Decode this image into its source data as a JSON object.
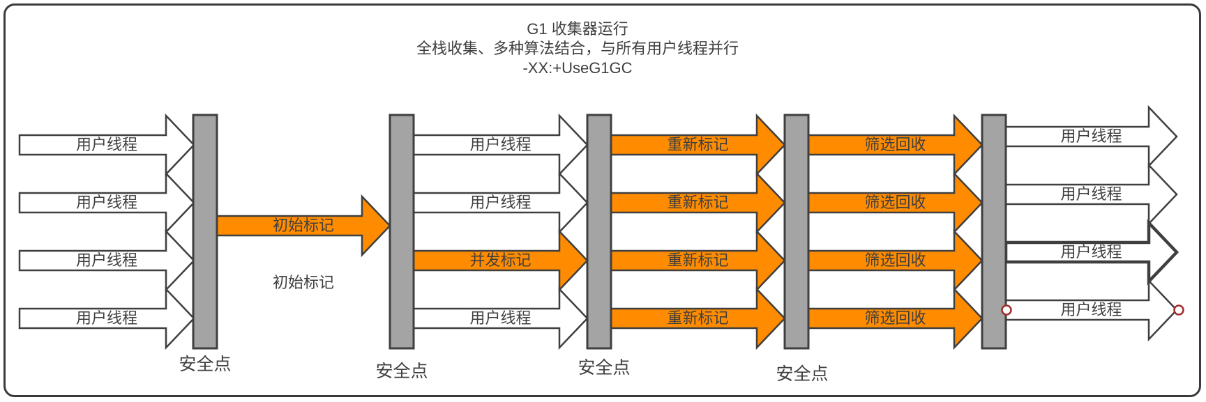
{
  "title": {
    "line1": "G1 收集器运行",
    "line2": "全栈收集、多种算法结合，与所有用户线程并行",
    "line3": "-XX:+UseG1GC"
  },
  "sections": {
    "incoming_user_threads": {
      "rows": [
        "用户线程",
        "用户线程",
        "用户线程",
        "用户线程"
      ]
    },
    "initial_mark": {
      "arrow_label": "初始标记",
      "note_label": "初始标记"
    },
    "concurrent_phase": {
      "rows": [
        "用户线程",
        "用户线程",
        "并发标记",
        "用户线程"
      ]
    },
    "remark_phase": {
      "rows": [
        "重新标记",
        "重新标记",
        "重新标记",
        "重新标记"
      ]
    },
    "evacuation_phase": {
      "rows": [
        "筛选回收",
        "筛选回收",
        "筛选回收",
        "筛选回收"
      ]
    },
    "outgoing_user_threads": {
      "rows": [
        "用户线程",
        "用户线程",
        "用户线程",
        "用户线程"
      ]
    }
  },
  "safepoints": {
    "labels": [
      "安全点",
      "安全点",
      "安全点",
      "安全点"
    ]
  },
  "colors": {
    "arrow_orange": "#FF8C00",
    "safepoint_bar_gray": "#A4A4A4",
    "outline_dark": "#3F3F3F",
    "endpoint_dot_red": "#A02B2B",
    "background": "#FFFFFF"
  }
}
